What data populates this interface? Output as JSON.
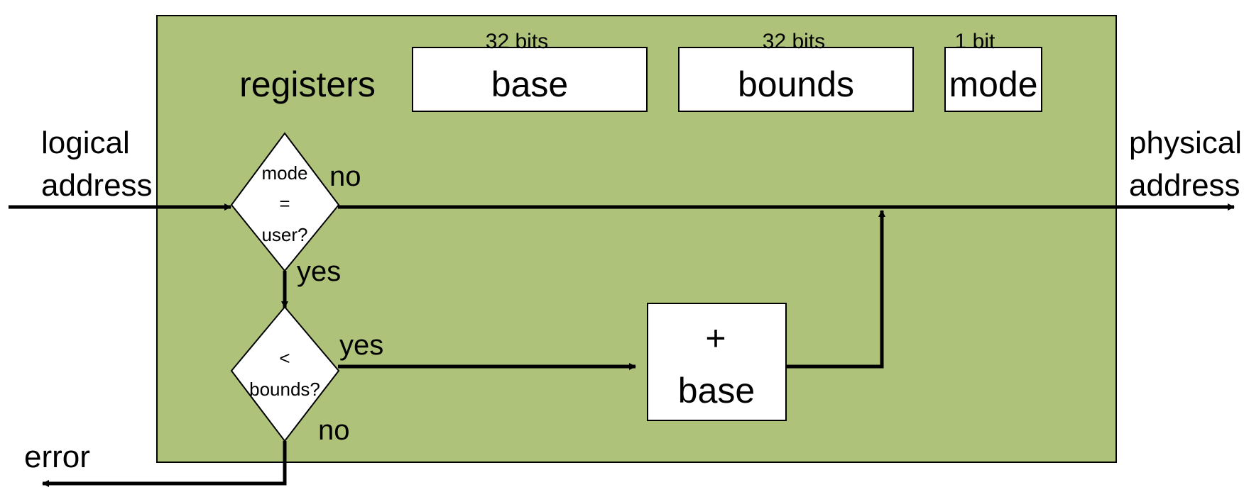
{
  "colors": {
    "hardware_fill": "#AFC27A",
    "hardware_stroke": "#000000",
    "box_fill": "#FFFFFF",
    "line": "#000000"
  },
  "registers": {
    "title": "registers",
    "base": {
      "width_label": "32 bits",
      "name": "base"
    },
    "bounds": {
      "width_label": "32 bits",
      "name": "bounds"
    },
    "mode": {
      "width_label": "1 bit",
      "name": "mode"
    }
  },
  "input": {
    "line1": "logical",
    "line2": "address"
  },
  "output": {
    "line1": "physical",
    "line2": "address"
  },
  "mode_check": {
    "line1": "mode",
    "line2": "=",
    "line3": "user?",
    "no_label": "no",
    "yes_label": "yes"
  },
  "bounds_check": {
    "line1": "<",
    "line2": "bounds?",
    "yes_label": "yes",
    "no_label": "no"
  },
  "adder": {
    "line1": "+",
    "line2": "base"
  },
  "error_label": "error"
}
